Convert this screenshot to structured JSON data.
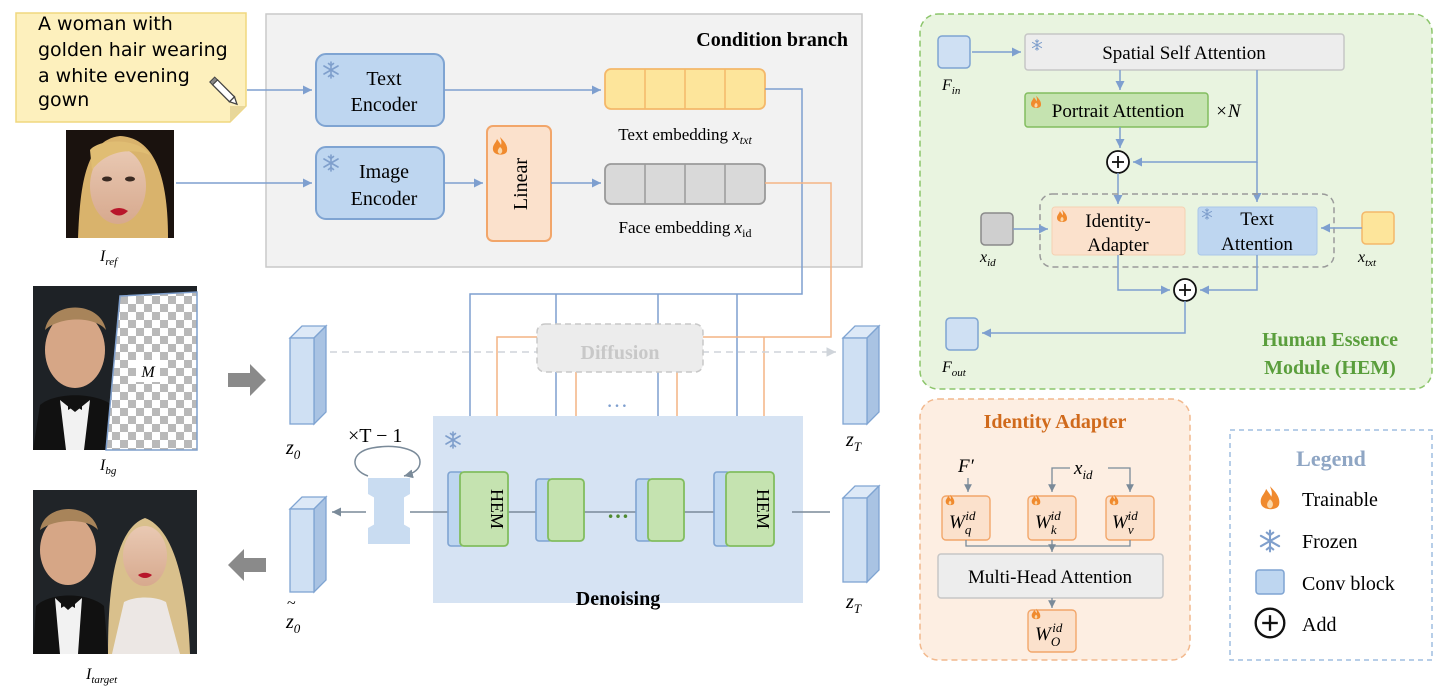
{
  "prompt_note": {
    "lines": [
      "A  woman with",
      "golden hair wearing",
      "a white evening",
      "gown"
    ]
  },
  "images": {
    "ref": "I",
    "ref_sub": "ref",
    "bg": "I",
    "bg_sub": "bg",
    "mask": "M",
    "target": "I",
    "target_sub": "target"
  },
  "condition_branch": {
    "title": "Condition branch",
    "text_encoder": [
      "Text",
      "Encoder"
    ],
    "image_encoder": [
      "Image",
      "Encoder"
    ],
    "linear": "Linear",
    "text_embedding": "Text embedding ",
    "text_embedding_var": "x",
    "text_embedding_sub": "txt",
    "face_embedding": "Face embedding ",
    "face_embedding_var": "x",
    "face_embedding_sub": "id"
  },
  "main": {
    "z0": "z",
    "z0_sub": "0",
    "zT_top": "z",
    "zT_top_sub": "T",
    "zT_bottom": "z",
    "zT_bottom_sub": "T",
    "z0_tilde": "z",
    "z0_tilde_sub": "0",
    "diffusion": "Diffusion",
    "dots": "…",
    "denoise_dots": "…",
    "loop": "×T − 1",
    "hem": "HEM",
    "denoising": "Denoising"
  },
  "hem_module": {
    "title_line1": "Human Essence",
    "title_line2": "Module (HEM)",
    "spatial_self_attention": "Spatial Self Attention",
    "portrait_attention": "Portrait Attention",
    "repeat": "×N",
    "identity_adapter": [
      "Identity-",
      "Adapter"
    ],
    "text_attention": [
      "Text",
      "Attention"
    ],
    "f_in": "F",
    "f_in_sub": "in",
    "f_out": "F",
    "f_out_sub": "out",
    "x_id": "x",
    "x_id_sub": "id",
    "x_txt": "x",
    "x_txt_sub": "txt"
  },
  "identity_adapter": {
    "title": "Identity Adapter",
    "f_prime": "F′",
    "x_id": "x",
    "x_id_sub": "id",
    "wq": "W",
    "wq_sup": "id",
    "wq_sub": "q",
    "wk": "W",
    "wk_sup": "id",
    "wk_sub": "k",
    "wv": "W",
    "wv_sup": "id",
    "wv_sub": "v",
    "mha": "Multi-Head Attention",
    "wo": "W",
    "wo_sup": "id",
    "wo_sub": "O"
  },
  "legend": {
    "title": "Legend",
    "items": [
      "Trainable",
      "Frozen",
      "Conv block",
      "Add"
    ]
  },
  "colors": {
    "blue_fill": "#bed6f0",
    "blue_stroke": "#7fa4d2",
    "orange_fill": "#fbe1cc",
    "orange_stroke": "#f2a66a",
    "green_fill": "#c5e3b0",
    "green_stroke": "#82bd5f",
    "yellow_fill": "#fde59b",
    "gray_fill": "#d9d9d9",
    "hem_title": "#5a9e3c",
    "ia_title": "#d06a1c",
    "legend_title": "#8fa6c4",
    "arrow_blue": "#7e9fcf",
    "arrow_orange": "#f4b484"
  }
}
